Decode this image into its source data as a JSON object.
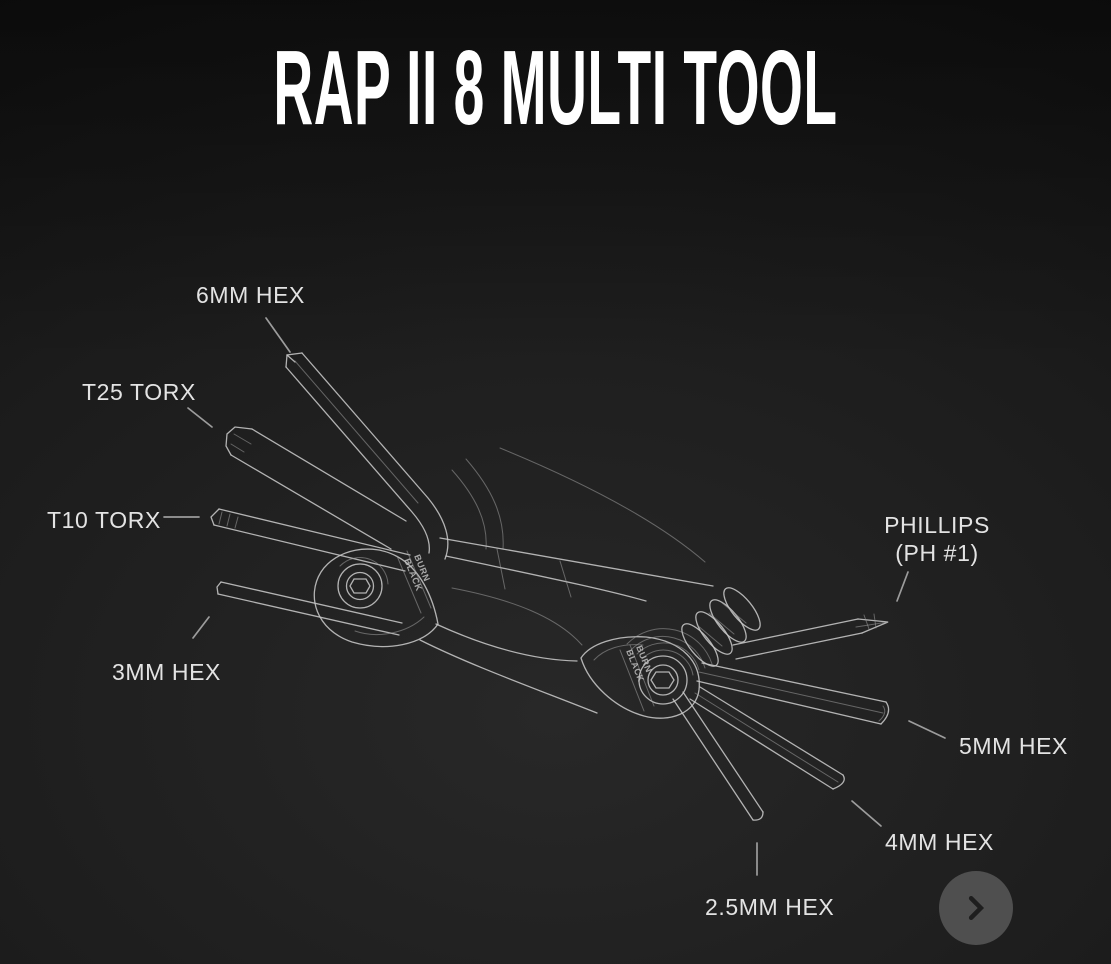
{
  "page": {
    "title": "RAP II 8 MULTI TOOL"
  },
  "diagram": {
    "labels": [
      {
        "id": "6mm-hex",
        "text": "6MM HEX"
      },
      {
        "id": "t25-torx",
        "text": "T25 TORX"
      },
      {
        "id": "t10-torx",
        "text": "T10 TORX"
      },
      {
        "id": "3mm-hex",
        "text": "3MM HEX"
      },
      {
        "id": "phillips",
        "text": "PHILLIPS",
        "text2": "(PH #1)"
      },
      {
        "id": "5mm-hex",
        "text": "5MM HEX"
      },
      {
        "id": "4mm-hex",
        "text": "4MM HEX"
      },
      {
        "id": "2-5mm-hex",
        "text": "2.5MM HEX"
      }
    ],
    "brand_marking": {
      "line1": "BLACK",
      "line2": "BURN"
    }
  },
  "nav": {
    "next_button_icon": "chevron-right-icon"
  },
  "colors": {
    "background_top": "#0e0e0e",
    "background_center": "#282828",
    "line_art": "#c7c7c7",
    "label_text": "#e3e3e3",
    "title_text": "#ffffff",
    "next_button_bg": "#4f4f4f",
    "next_button_icon": "#1e1e1e"
  }
}
